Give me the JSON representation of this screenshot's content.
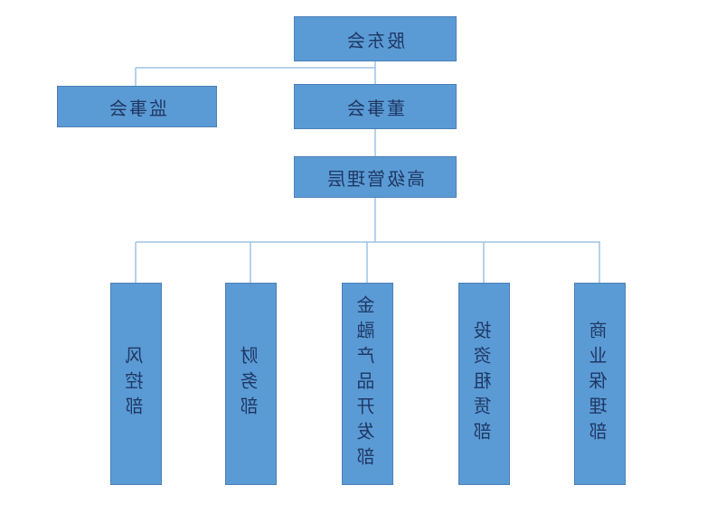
{
  "chart": {
    "type": "org-chart",
    "nodes": {
      "top": "股东会",
      "supervisory": "监事会",
      "board": "董事会",
      "management": "高级管理层",
      "departments": [
        "风控部",
        "财务部",
        "金融产品开发部",
        "投资租赁部",
        "商业保理部"
      ]
    },
    "colors": {
      "box_fill": "#5B9BD5",
      "box_border": "#4A80B8",
      "text": "#1F3864",
      "connector_line": "#9DC3E6",
      "background": "#FFFFFF"
    },
    "layout_hints": {
      "text_mirrored": true,
      "bottom_row_text_orientation": "vertical",
      "levels": 4
    }
  }
}
